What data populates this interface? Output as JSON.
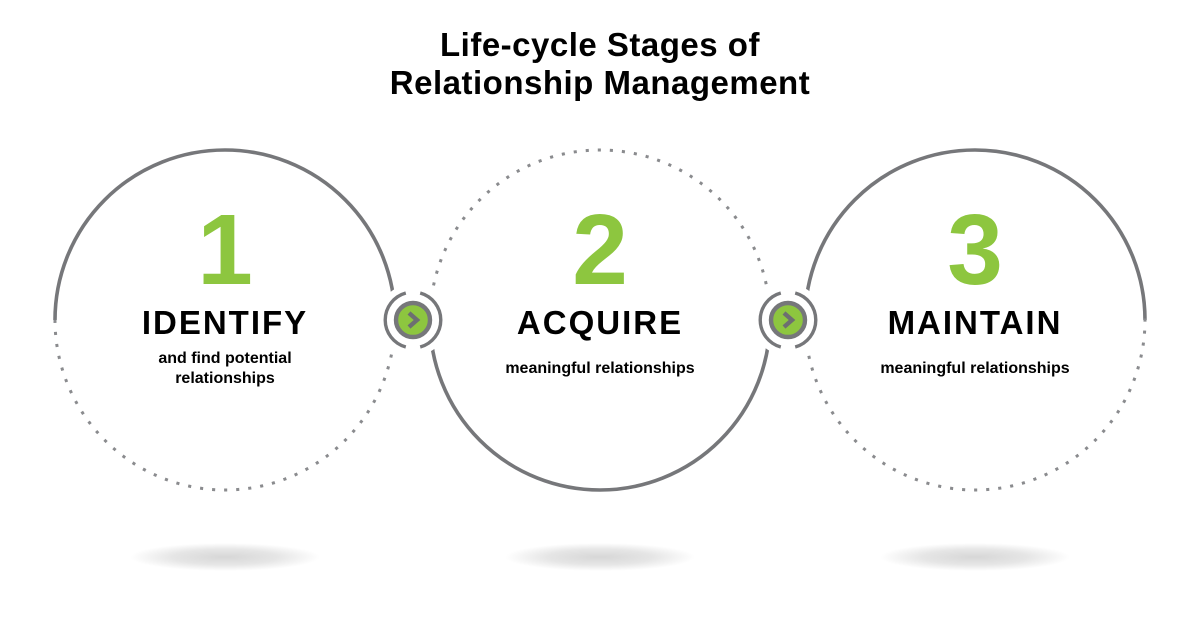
{
  "title": {
    "line1": "Life-cycle Stages of",
    "line2": "Relationship Management"
  },
  "stages": [
    {
      "number": "1",
      "name": "IDENTIFY",
      "description": "and find potential relationships"
    },
    {
      "number": "2",
      "name": "ACQUIRE",
      "description": "meaningful relationships"
    },
    {
      "number": "3",
      "name": "MAINTAIN",
      "description": "meaningful relationships"
    }
  ],
  "connectors": [
    {
      "icon": "chevron-right"
    },
    {
      "icon": "chevron-right"
    }
  ],
  "colors": {
    "accent_green": "#8dc63f",
    "stroke_gray": "#76777a",
    "dot_gray": "#8a8b8e",
    "chevron_gray": "#6d6e71",
    "text_black": "#000000"
  }
}
